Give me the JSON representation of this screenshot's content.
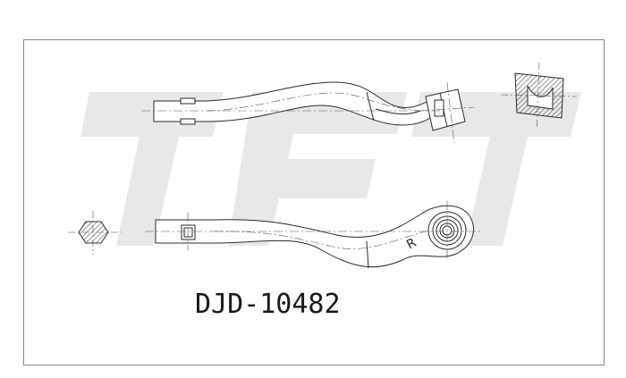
{
  "drawing": {
    "part_number": "DJD-10482",
    "side_marking": "R",
    "watermark_letters": "TFT",
    "colors": {
      "line": "#2b2b2b",
      "centerline": "#555555",
      "watermark": "#e6e6e6",
      "frame": "#8a8a8a",
      "hatch": "#444444"
    }
  }
}
